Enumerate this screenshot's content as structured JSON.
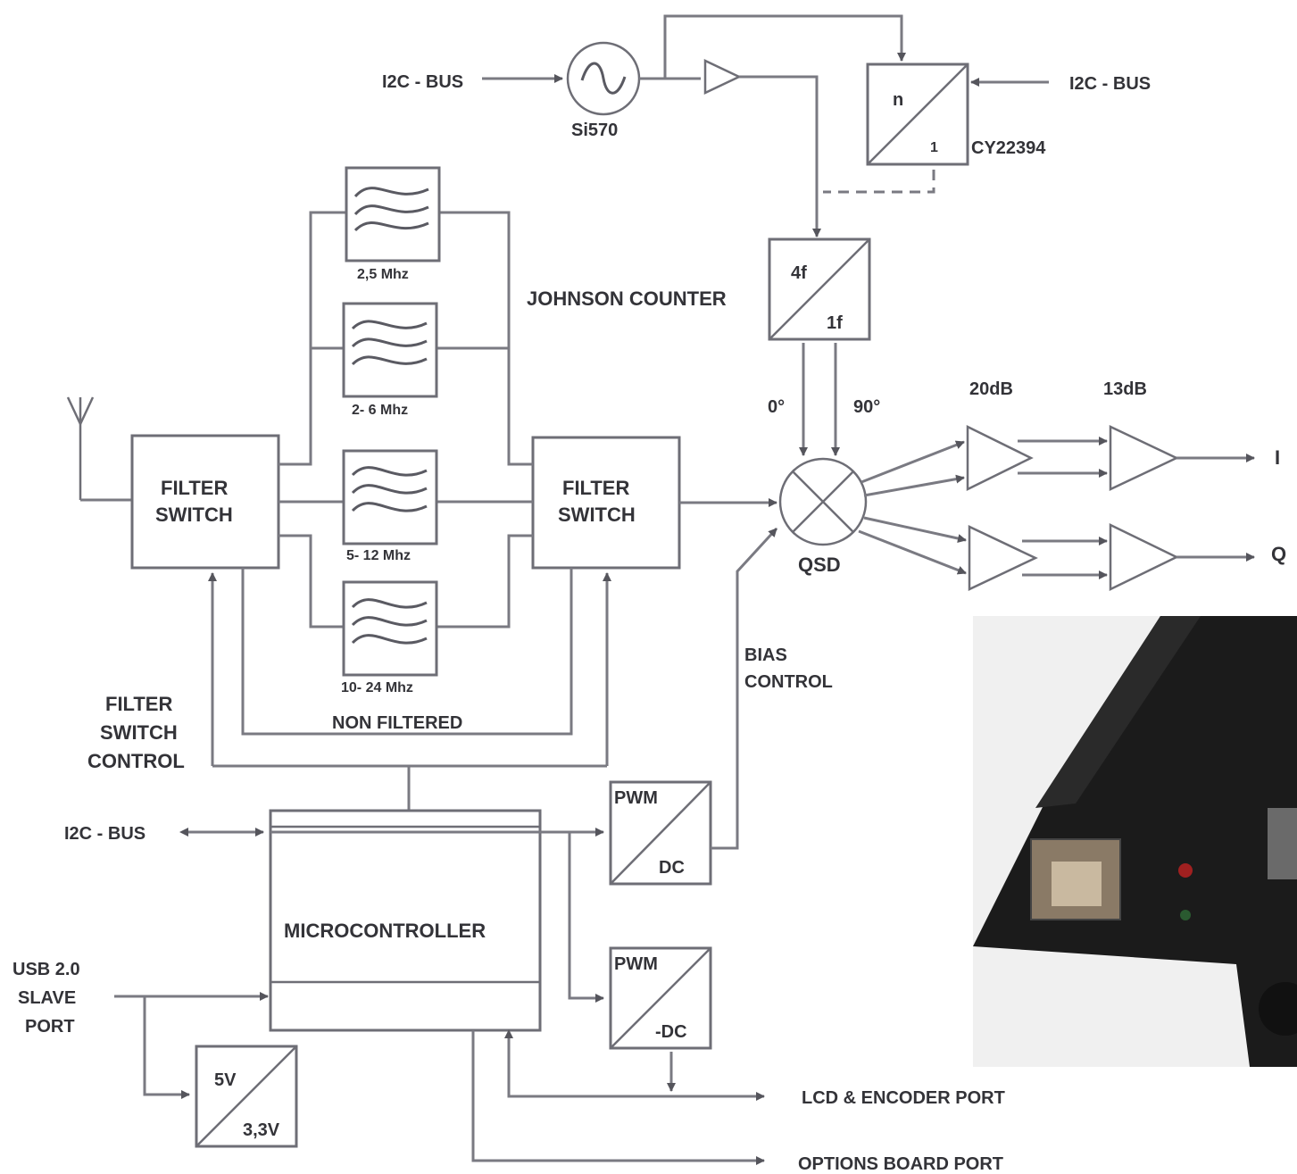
{
  "labels": {
    "i2c_bus_top_left": "I2C - BUS",
    "i2c_bus_top_right": "I2C - BUS",
    "oscillator": "Si570",
    "divider_n": "n",
    "divider_1": "1",
    "divider_part": "CY22394",
    "filter1": "2,5 Mhz",
    "filter2": "2- 6 Mhz",
    "filter3": "5- 12 Mhz",
    "filter4": "10- 24 Mhz",
    "johnson": "JOHNSON COUNTER",
    "johnson_4f": "4f",
    "johnson_1f": "1f",
    "phase_0": "0°",
    "phase_90": "90°",
    "gain_20": "20dB",
    "gain_13": "13dB",
    "out_i": "I",
    "out_q": "Q",
    "qsd": "QSD",
    "filter_switch_left_1": "FILTER",
    "filter_switch_left_2": "SWITCH",
    "filter_switch_right_1": "FILTER",
    "filter_switch_right_2": "SWITCH",
    "non_filtered": "NON FILTERED",
    "bias_1": "BIAS",
    "bias_2": "CONTROL",
    "fsc_1": "FILTER",
    "fsc_2": "SWITCH",
    "fsc_3": "CONTROL",
    "i2c_bus_mid": "I2C - BUS",
    "pwm1_top": "PWM",
    "pwm1_bottom": "DC",
    "pwm2_top": "PWM",
    "pwm2_bottom": "-DC",
    "microcontroller": "MICROCONTROLLER",
    "usb_1": "USB 2.0",
    "usb_2": "SLAVE",
    "usb_3": "PORT",
    "reg_top": "5V",
    "reg_bottom": "3,3V",
    "lcd_port": "LCD & ENCODER PORT",
    "options_port": "OPTIONS BOARD  PORT"
  },
  "photo": {
    "board_color": "#1b1b1b",
    "background_color": "#f2f2f2"
  }
}
